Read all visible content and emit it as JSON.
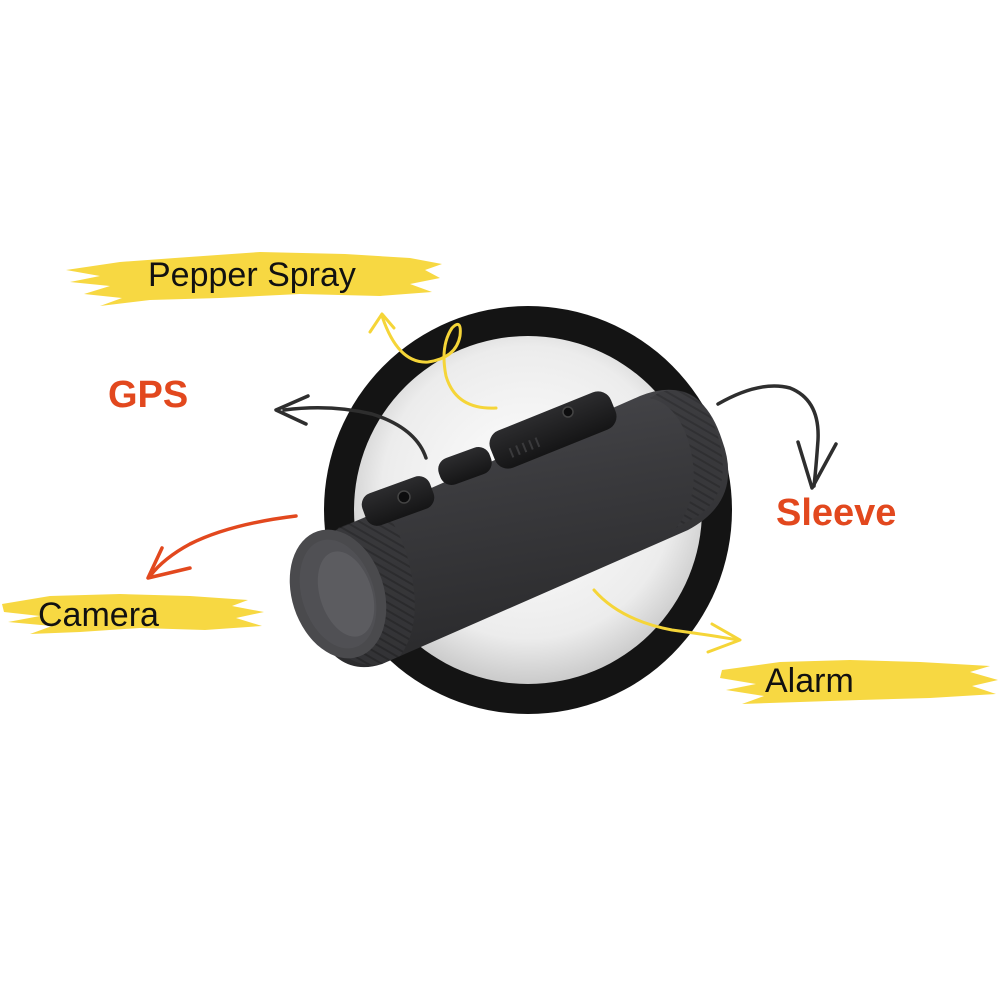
{
  "labels": {
    "pepper_spray": "Pepper Spray",
    "gps": "GPS",
    "sleeve": "Sleeve",
    "camera": "Camera",
    "alarm": "Alarm"
  },
  "colors": {
    "accent": "#e2481e",
    "highlight": "#f7d842",
    "arrow_dark": "#2e2e2e",
    "ring": "#141414",
    "device": "#3a3a3d"
  }
}
